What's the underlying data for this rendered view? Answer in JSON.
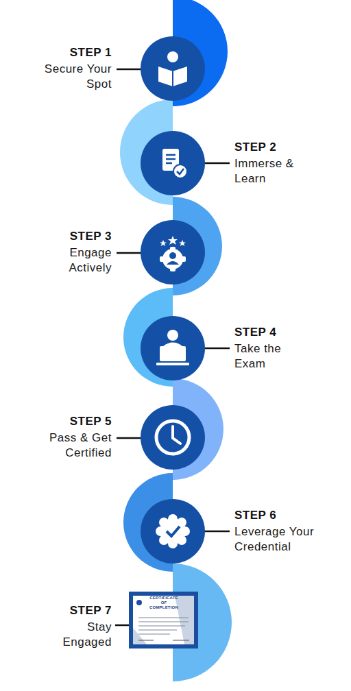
{
  "diagram": {
    "nodes": [
      {
        "text": [
          "STEP 1",
          "Secure Your Spot"
        ]
      },
      {
        "text": [
          "STEP 2",
          "Immerse & Learn"
        ]
      },
      {
        "text": [
          "STEP 3",
          "Engage Actively"
        ]
      },
      {
        "text": [
          "STEP 4",
          "Take the Exam"
        ]
      },
      {
        "text": [
          "STEP 5",
          "Pass & Get Certified"
        ]
      },
      {
        "text": [
          "STEP 6",
          "Leverage Your Credential"
        ]
      },
      {
        "text": [
          "STEP 7",
          "Stay Engaged"
        ]
      }
    ],
    "labels": [
      "CERTIFICATE OF COMPLETION"
    ]
  }
}
